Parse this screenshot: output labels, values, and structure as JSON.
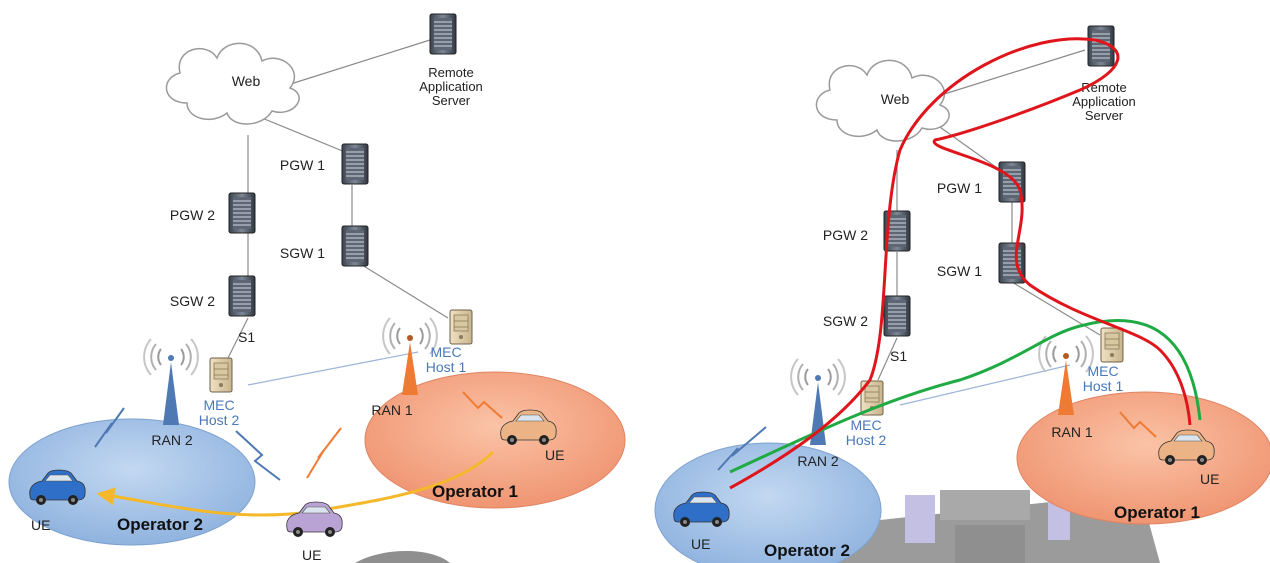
{
  "colors": {
    "operator1_fill": "#f4a787",
    "operator2_fill": "#9fc0e6",
    "handover_arrow": "#f4b82a",
    "path_red": "#e0151c",
    "path_green": "#1faa44",
    "link_gray": "#8a8a8a",
    "mec_link": "#9cb4d8",
    "ran1_tower": "#ef7a33",
    "ran2_tower": "#4e79b3"
  },
  "icons": [
    "cloud-icon",
    "server-rack-icon",
    "radio-tower-icon",
    "mec-host-icon",
    "car-icon",
    "radio-signal-icon"
  ],
  "left": {
    "web": "Web",
    "remote_line1": "Remote",
    "remote_line2": "Application",
    "remote_line3": "Server",
    "pgw1": "PGW 1",
    "sgw1": "SGW 1",
    "pgw2": "PGW 2",
    "sgw2": "SGW 2",
    "s1": "S1",
    "mec1_line1": "MEC",
    "mec1_line2": "Host 1",
    "mec2_line1": "MEC",
    "mec2_line2": "Host 2",
    "ran1": "RAN 1",
    "ran2": "RAN 2",
    "ue_op1": "UE",
    "ue_op2": "UE",
    "ue_mobile": "UE",
    "operator1": "Operator 1",
    "operator2": "Operator 2"
  },
  "right": {
    "web": "Web",
    "remote_line1": "Remote",
    "remote_line2": "Application",
    "remote_line3": "Server",
    "pgw1": "PGW 1",
    "sgw1": "SGW 1",
    "pgw2": "PGW 2",
    "sgw2": "SGW 2",
    "s1": "S1",
    "mec1_line1": "MEC",
    "mec1_line2": "Host 1",
    "mec2_line1": "MEC",
    "mec2_line2": "Host 2",
    "ran1": "RAN 1",
    "ran2": "RAN 2",
    "ue_op1": "UE",
    "ue_op2": "UE",
    "operator1": "Operator 1",
    "operator2": "Operator 2"
  }
}
